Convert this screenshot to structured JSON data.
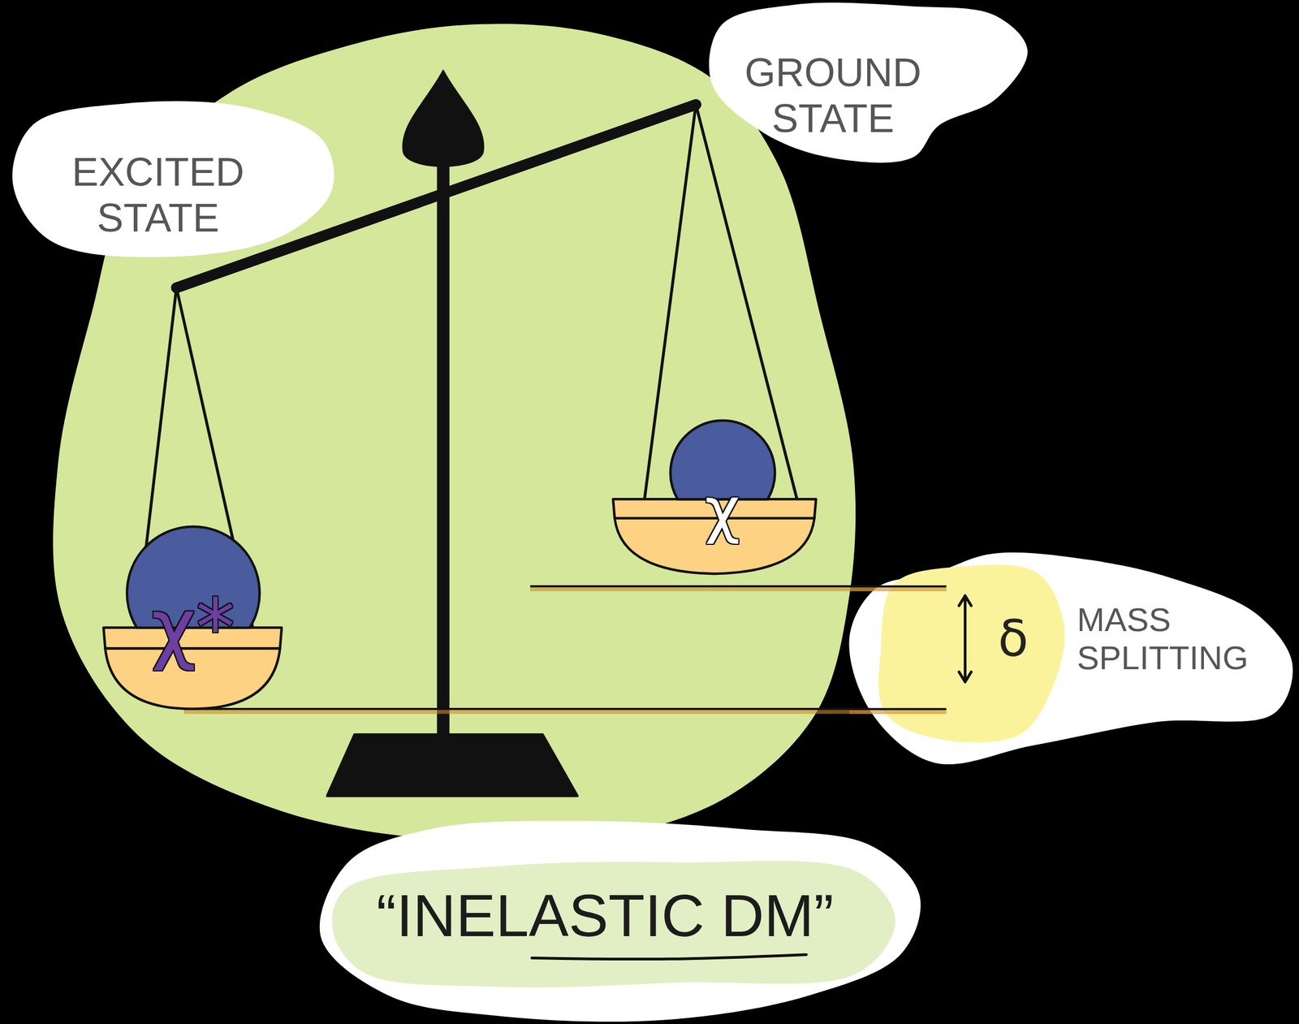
{
  "diagram": {
    "nodes": [
      {
        "text": [
          "EXCITED STATE"
        ]
      },
      {
        "text": [
          "GROUND STATE"
        ]
      },
      {
        "text": [
          "χ*"
        ]
      },
      {
        "text": [
          "χ"
        ]
      },
      {
        "text": [
          "δ",
          "MASS SPLITTING"
        ]
      },
      {
        "text": [
          "“INELASTIC DM”"
        ]
      }
    ]
  }
}
